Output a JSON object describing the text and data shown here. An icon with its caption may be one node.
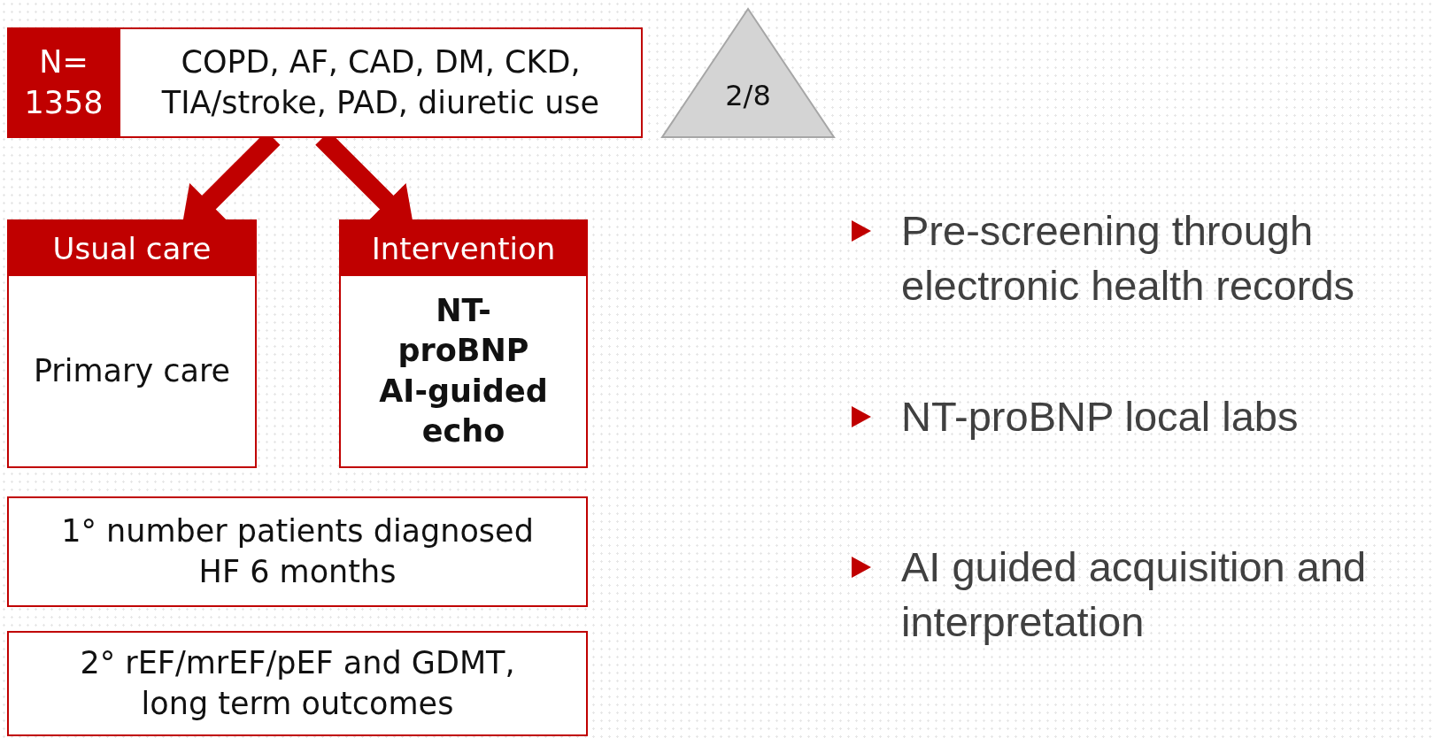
{
  "diagram": {
    "nodes": [
      {
        "text": [
          "N= 1358"
        ]
      },
      {
        "text": [
          "COPD, AF, CAD, DM, CKD, TIA/stroke, PAD, diuretic use"
        ]
      },
      {
        "text": [
          "Usual care",
          "Primary care"
        ]
      },
      {
        "text": [
          "Intervention",
          "NT-proBNP AI-guided echo"
        ]
      },
      {
        "text": [
          "2/8"
        ]
      },
      {
        "text": [
          "1° number patients diagnosed HF 6 months"
        ]
      },
      {
        "text": [
          "2° rEF/mrEF/pEF and GDMT, long term outcomes"
        ]
      }
    ],
    "edges": [
      {
        "from": 1,
        "to": 2,
        "arrow": "to"
      },
      {
        "from": 1,
        "to": 3,
        "arrow": "to"
      }
    ],
    "labels": [
      "Pre-screening through electronic health records",
      "NT-proBNP local labs",
      "AI guided acquisition and interpretation"
    ]
  }
}
